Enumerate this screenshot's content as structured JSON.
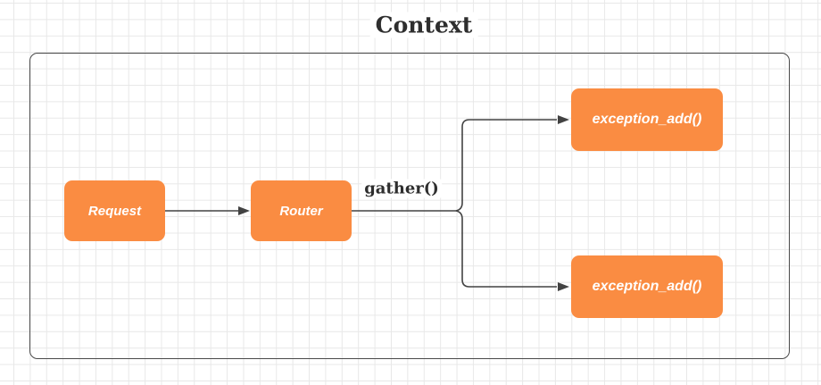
{
  "diagram": {
    "title": "Context",
    "edge_label": "gather()",
    "nodes": [
      {
        "id": "request",
        "label": "Request"
      },
      {
        "id": "router",
        "label": "Router"
      },
      {
        "id": "exception_add_top",
        "label": "exception_add()"
      },
      {
        "id": "exception_add_bottom",
        "label": "exception_add()"
      }
    ],
    "edges": [
      {
        "from": "request",
        "to": "router",
        "label": ""
      },
      {
        "from": "router",
        "to": "exception_add_top",
        "label": "gather()"
      },
      {
        "from": "router",
        "to": "exception_add_bottom",
        "label": "gather()"
      }
    ],
    "colors": {
      "node_fill": "#FA8C42",
      "node_text": "#FFFFFF",
      "edge_stroke": "#424242",
      "title_text": "#2E2E2E",
      "container_border": "#4A4A4A",
      "grid_line": "#E8E8E8",
      "background": "#FFFFFF"
    }
  }
}
